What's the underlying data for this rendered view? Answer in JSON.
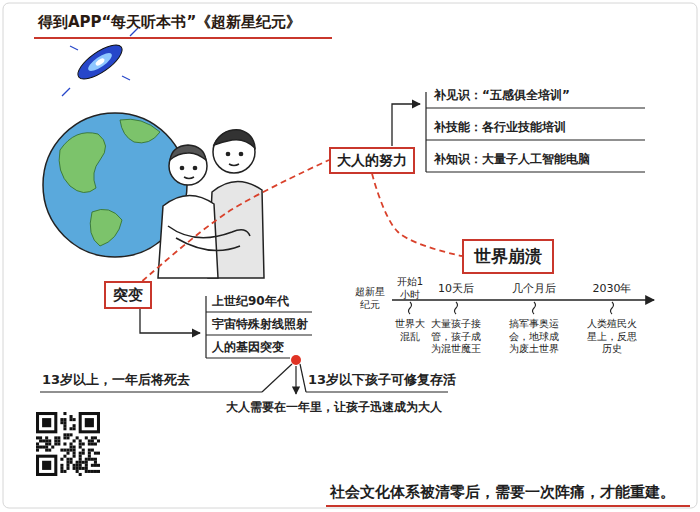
{
  "diagram": {
    "title": "得到APP“每天听本书”《超新星纪元》",
    "caption": "社会文化体系被清零后，需要一次阵痛，才能重建。",
    "nodes": [
      {
        "text": [
          "突变"
        ]
      },
      {
        "text": [
          "大人的努力"
        ]
      },
      {
        "text": [
          "世界崩溃"
        ]
      }
    ],
    "edges": [
      {
        "from": 0,
        "to": 1,
        "arrow": "none"
      },
      {
        "from": 1,
        "to": 2,
        "arrow": "none"
      }
    ],
    "labels": [
      "上世纪90年代",
      "宇宙特殊射线照射",
      "人的基因突变",
      "13岁以上，一年后将死去",
      "13岁以下孩子可修复存活",
      "大人需要在一年里，让孩子迅速成为大人",
      "补见识：“五感俱全培训”",
      "补技能：各行业技能培训",
      "补知识：大量子人工智能电脑",
      "超新星纪元",
      "开始1小时",
      "10天后",
      "几个月后",
      "2030年",
      "世界大混乱",
      "大量孩子接管，孩子成为混世魔王",
      "搞军事奥运会，地球成为废土世界",
      "人类殖民火星上，反思历史"
    ]
  }
}
